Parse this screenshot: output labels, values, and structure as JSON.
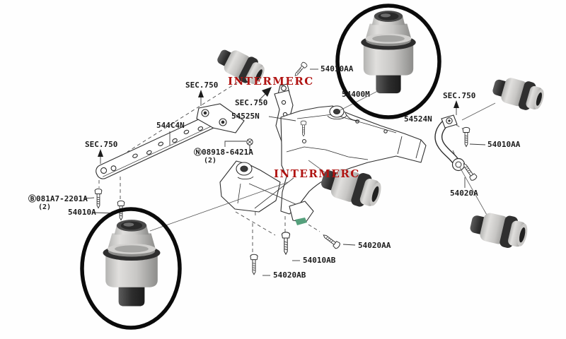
{
  "watermark": {
    "text": "INTERMERC"
  },
  "colors": {
    "watermark_red": "#b01311",
    "highlight_green": "#55a07c",
    "circle_ink": "#0b0b0b",
    "line_ink": "#2e2e2e"
  },
  "labels": {
    "section_ref": "SEC.750",
    "stay_bar": "544C4N",
    "bracket_lh": "54525N",
    "stay_rh": "54524N",
    "member_bushing": "54400M",
    "nut_n": "Ⓝ08918-6421A",
    "nut_n_qty": "(2)",
    "bolt_b": "Ⓑ081A7-2201A",
    "bolt_b_qty": "(2)",
    "bolt_54010a": "54010A",
    "bolt_54010aa": "54010AA",
    "bolt_54010ab": "54010AB",
    "bolt_54020a": "54020A",
    "bolt_54020aa": "54020AA",
    "bolt_54020ab": "54020AB"
  }
}
